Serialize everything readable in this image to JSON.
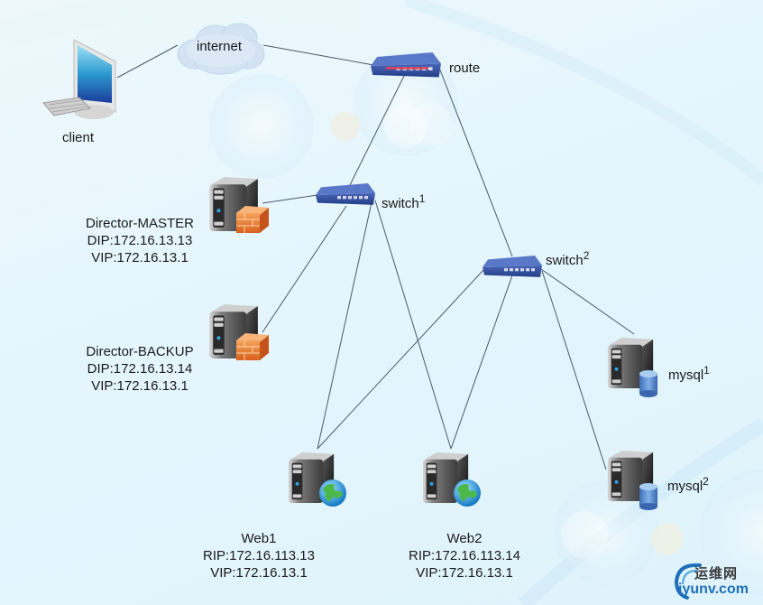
{
  "diagram": {
    "type": "network-topology",
    "nodes": {
      "client": {
        "label": "client",
        "icon": "desktop-computer-icon"
      },
      "internet": {
        "label": "internet",
        "icon": "cloud-icon"
      },
      "route": {
        "label": "route",
        "icon": "router-icon"
      },
      "switch1": {
        "label": "switch",
        "sup": "1",
        "icon": "network-switch-icon"
      },
      "switch2": {
        "label": "switch",
        "sup": "2",
        "icon": "network-switch-icon"
      },
      "director_master": {
        "name": "Director-MASTER",
        "dip": "DIP:172.16.13.13",
        "vip": "VIP:172.16.13.1",
        "icon": "firewall-server-icon"
      },
      "director_backup": {
        "name": "Director-BACKUP",
        "dip": "DIP:172.16.13.14",
        "vip": "VIP:172.16.13.1",
        "icon": "firewall-server-icon"
      },
      "web1": {
        "name": "Web1",
        "rip": "RIP:172.16.113.13",
        "vip": "VIP:172.16.13.1",
        "icon": "web-server-icon"
      },
      "web2": {
        "name": "Web2",
        "rip": "RIP:172.16.113.14",
        "vip": "VIP:172.16.13.1",
        "icon": "web-server-icon"
      },
      "mysql1": {
        "label": "mysql",
        "sup": "1",
        "icon": "database-server-icon"
      },
      "mysql2": {
        "label": "mysql",
        "sup": "2",
        "icon": "database-server-icon"
      }
    },
    "edges": [
      [
        "client",
        "internet"
      ],
      [
        "internet",
        "route"
      ],
      [
        "route",
        "switch1"
      ],
      [
        "route",
        "switch2"
      ],
      [
        "switch1",
        "director_master"
      ],
      [
        "switch1",
        "director_backup"
      ],
      [
        "switch1",
        "web1"
      ],
      [
        "switch1",
        "web2"
      ],
      [
        "switch2",
        "web1"
      ],
      [
        "switch2",
        "web2"
      ],
      [
        "switch2",
        "mysql1"
      ],
      [
        "switch2",
        "mysql2"
      ]
    ]
  },
  "watermark": {
    "cn": "运维网",
    "en": "iyunv.com"
  },
  "colors": {
    "line": "#4a5a68",
    "device_blue": "#2f4f9a",
    "firewall_orange": "#e9782c",
    "db_blue": "#5b8fd0",
    "globe_green": "#3aa04a",
    "logo_blue": "#1d6fb8"
  }
}
